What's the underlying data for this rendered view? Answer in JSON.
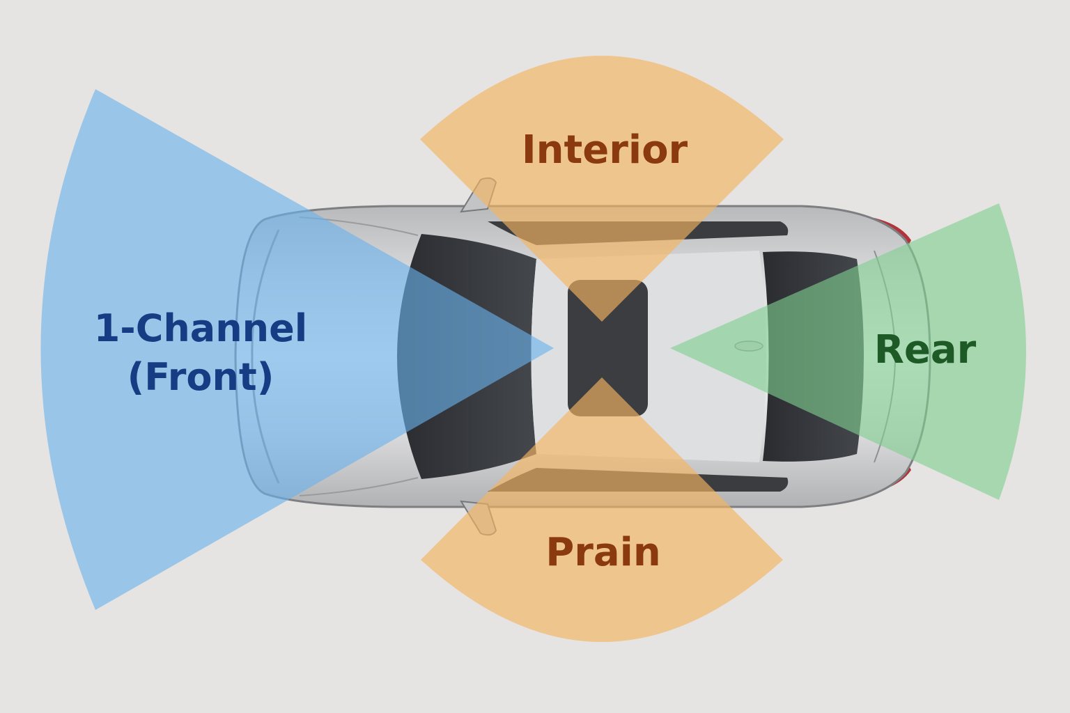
{
  "labels": {
    "front_line1": "1-Channel",
    "front_line2": "(Front)",
    "interior": "Interior",
    "lower": "Prain",
    "rear": "Rear"
  },
  "colors": {
    "background": "#e5e4e2",
    "front_zone": "#6bb2ec",
    "orange_zone": "#f5b461",
    "rear_zone": "#7fcf8f",
    "front_text": "#163c84",
    "orange_text": "#8b3a10",
    "rear_text": "#1e5a26",
    "car_body": "#c9cacc"
  },
  "icons": {
    "car": "car-top-view-icon"
  }
}
